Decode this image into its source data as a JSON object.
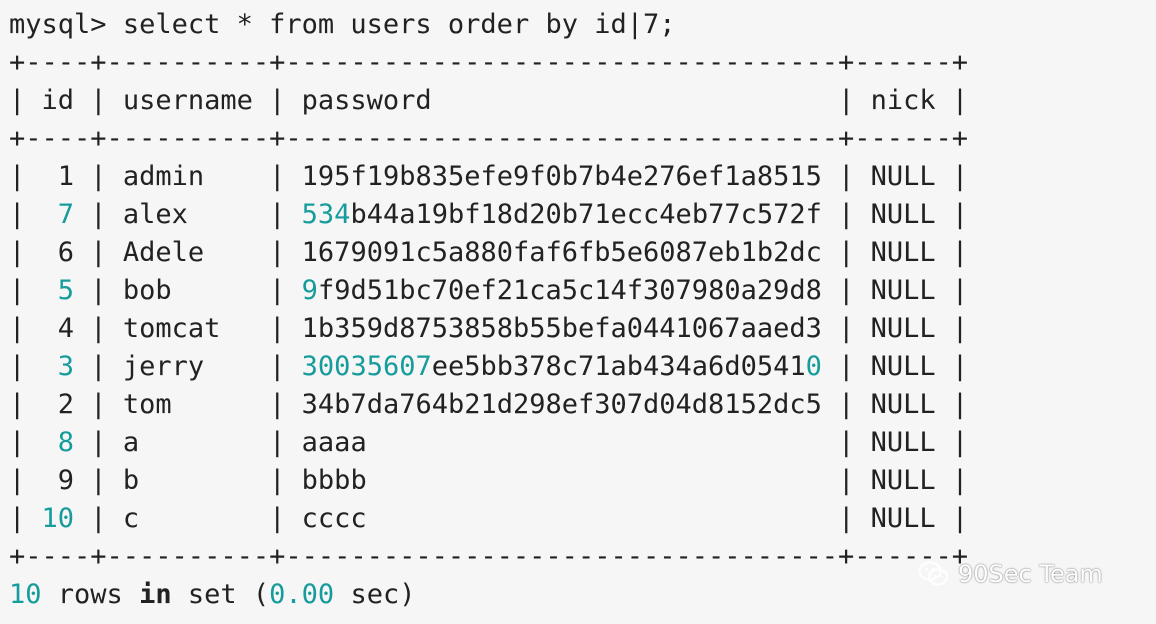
{
  "prompt": "mysql>",
  "command": "select * from users order by id|7;",
  "table": {
    "border": "+----+----------+----------------------------------+------+",
    "columns": [
      "id",
      "username",
      "password",
      "nick"
    ],
    "rows": [
      {
        "id": "1",
        "username": "admin",
        "password": "195f19b835efe9f0b7b4e276ef1a8515",
        "nick": "NULL"
      },
      {
        "id": "7",
        "username": "alex",
        "password": "534b44a19bf18d20b71ecc4eb77c572f",
        "nick": "NULL"
      },
      {
        "id": "6",
        "username": "Adele",
        "password": "1679091c5a880faf6fb5e6087eb1b2dc",
        "nick": "NULL"
      },
      {
        "id": "5",
        "username": "bob",
        "password": "9f9d51bc70ef21ca5c14f307980a29d8",
        "nick": "NULL"
      },
      {
        "id": "4",
        "username": "tomcat",
        "password": "1b359d8753858b55befa0441067aaed3",
        "nick": "NULL"
      },
      {
        "id": "3",
        "username": "jerry",
        "password": "30035607ee5bb378c71ab434a6d05410",
        "nick": "NULL"
      },
      {
        "id": "2",
        "username": "tom",
        "password": "34b7da764b21d298ef307d04d8152dc5",
        "nick": "NULL"
      },
      {
        "id": "8",
        "username": "a",
        "password": "aaaa",
        "nick": "NULL"
      },
      {
        "id": "9",
        "username": "b",
        "password": "bbbb",
        "nick": "NULL"
      },
      {
        "id": "10",
        "username": "c",
        "password": "cccc",
        "nick": "NULL"
      }
    ]
  },
  "footer": {
    "count": "10",
    "text_rows": "rows",
    "text_in": "in",
    "text_set": "set (",
    "time": "0.00",
    "text_sec": "sec)"
  },
  "watermark": {
    "text": "90Sec Team",
    "icon": "wechat-icon"
  },
  "colors": {
    "background": "#f6f6f6",
    "text": "#222222",
    "highlight": "#169c9c"
  }
}
